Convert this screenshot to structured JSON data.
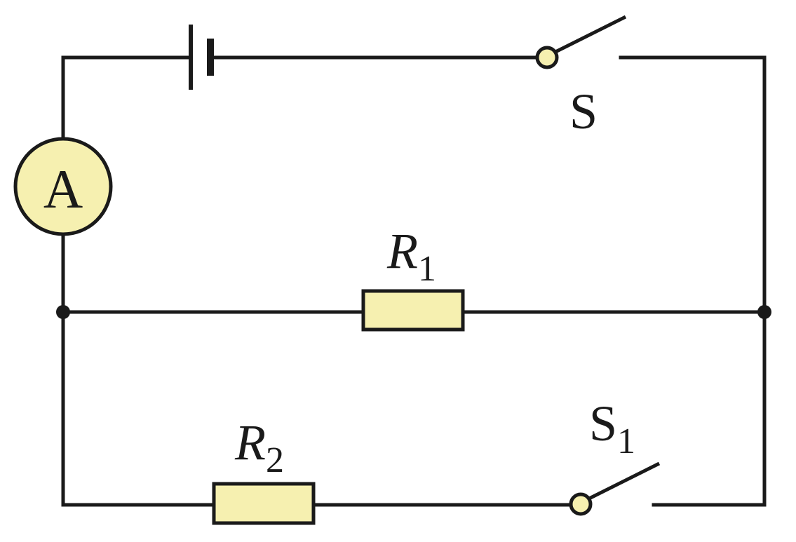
{
  "diagram": {
    "components": {
      "battery": {
        "label": ""
      },
      "switch_main": {
        "label": "S",
        "state": "open"
      },
      "ammeter": {
        "label": "A"
      },
      "resistor_1": {
        "symbol": "R",
        "subscript": "1"
      },
      "resistor_2": {
        "symbol": "R",
        "subscript": "2"
      },
      "switch_branch": {
        "symbol": "S",
        "subscript": "1",
        "state": "open"
      }
    },
    "colors": {
      "wire": "#1a1a1a",
      "component_fill": "#f6f0b0",
      "background": "#ffffff"
    }
  }
}
